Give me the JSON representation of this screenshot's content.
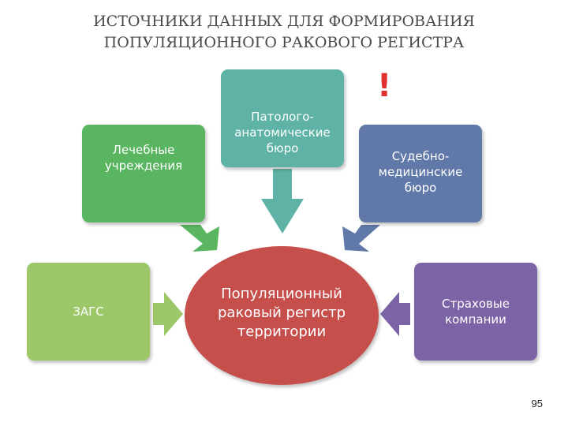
{
  "title": {
    "line1": "ИСТОЧНИКИ ДАННЫХ ДЛЯ ФОРМИРОВАНИЯ",
    "line2": "ПОПУЛЯЦИОННОГО РАКОВОГО РЕГИСТРА"
  },
  "sources": {
    "pathology": "Патолого-\nанатомические\nбюро",
    "clinics": "Лечебные\nучреждения",
    "forensic": "Судебно-\nмедицинские\nбюро",
    "zags": "ЗАГС",
    "insurance": "Страховые\nкомпании"
  },
  "center": "Популяционный\nраковый регистр\nтерритории",
  "alert_mark": "!",
  "page_number": "95",
  "colors": {
    "pathology": "#5fb3a6",
    "clinics": "#5ab561",
    "forensic": "#6079a9",
    "zags": "#9cc869",
    "insurance": "#7c63a6",
    "center": "#c64e4b",
    "alert": "#e03030"
  }
}
